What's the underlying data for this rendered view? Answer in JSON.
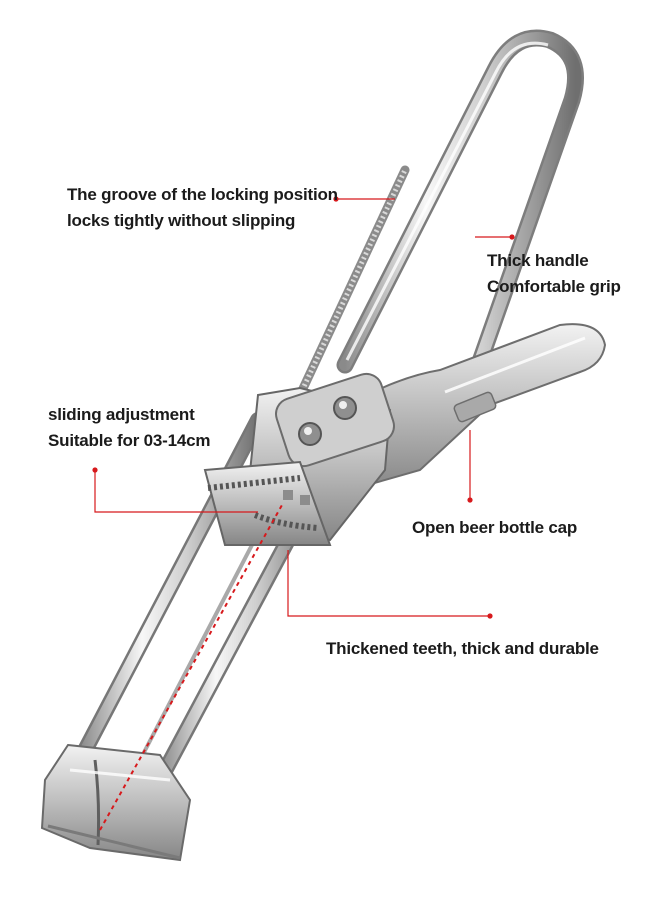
{
  "colors": {
    "accent": "#d7191c",
    "text": "#1b1b1b",
    "metal_light": "#f4f4f4",
    "metal_mid": "#c4c4c4",
    "metal_dark": "#7a7a7a"
  },
  "callouts": {
    "groove": {
      "line1": "The groove of the locking position",
      "line2": "locks tightly without slipping"
    },
    "handle": {
      "line1": "Thick handle",
      "line2": "Comfortable grip"
    },
    "sliding": {
      "line1": "sliding adjustment",
      "line2": "Suitable for 03-14cm"
    },
    "bottle": {
      "line1": "Open beer bottle cap"
    },
    "teeth": {
      "line1": "Thickened teeth, thick and durable"
    }
  }
}
